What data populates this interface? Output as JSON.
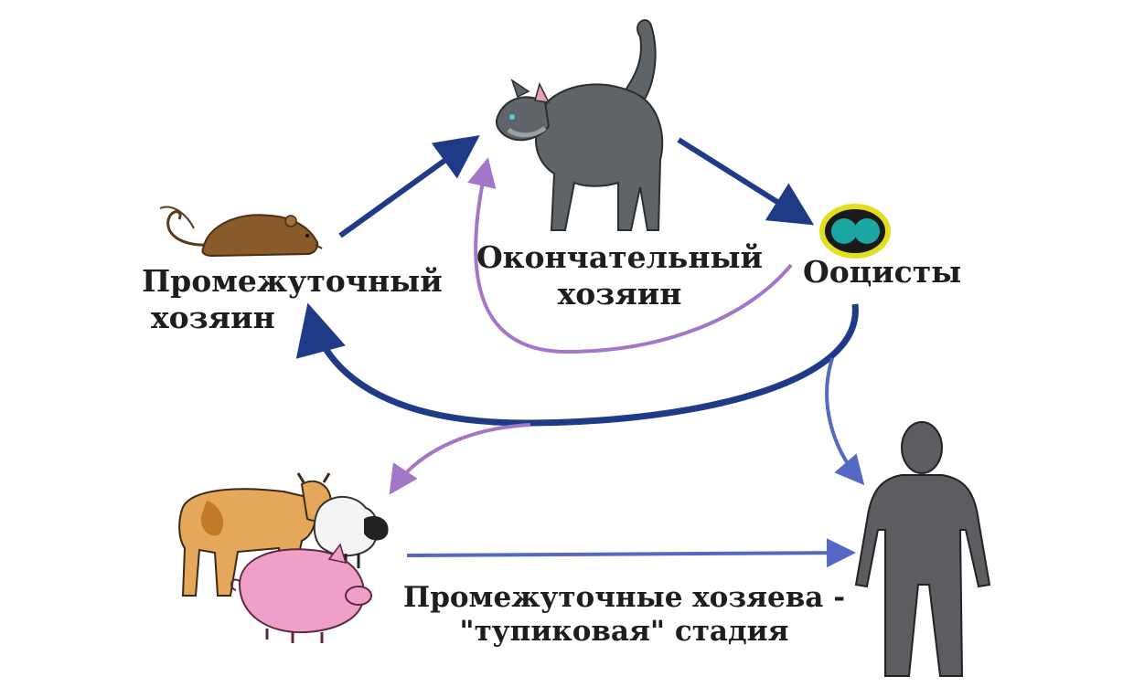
{
  "labels": {
    "intermediate_host": {
      "line1": "Промежуточный",
      "line2": "хозяин"
    },
    "definitive_host": {
      "line1": "Окончательный",
      "line2": "хозяин"
    },
    "oocysts": "Ооцисты",
    "dead_end_hosts": {
      "line1": "Промежуточные хозяева -",
      "line2": "\"тупиковая\" стадия"
    }
  },
  "icons": [
    "rat-icon",
    "cat-icon",
    "oocyst-icon",
    "cow-icon",
    "sheep-icon",
    "pig-icon",
    "human-icon"
  ],
  "colors": {
    "dark_arrow": "#1f3a86",
    "purple_arrow": "#a277c8",
    "blue_arrow": "#5468c4",
    "rat": "#8a5a2b",
    "cat": "#5f6468",
    "human": "#5b5d60",
    "oocyst_ring": "#e3df20",
    "oocyst_core": "#1aa6a2",
    "pig": "#f0a0c8",
    "cow": "#e5a85a"
  }
}
